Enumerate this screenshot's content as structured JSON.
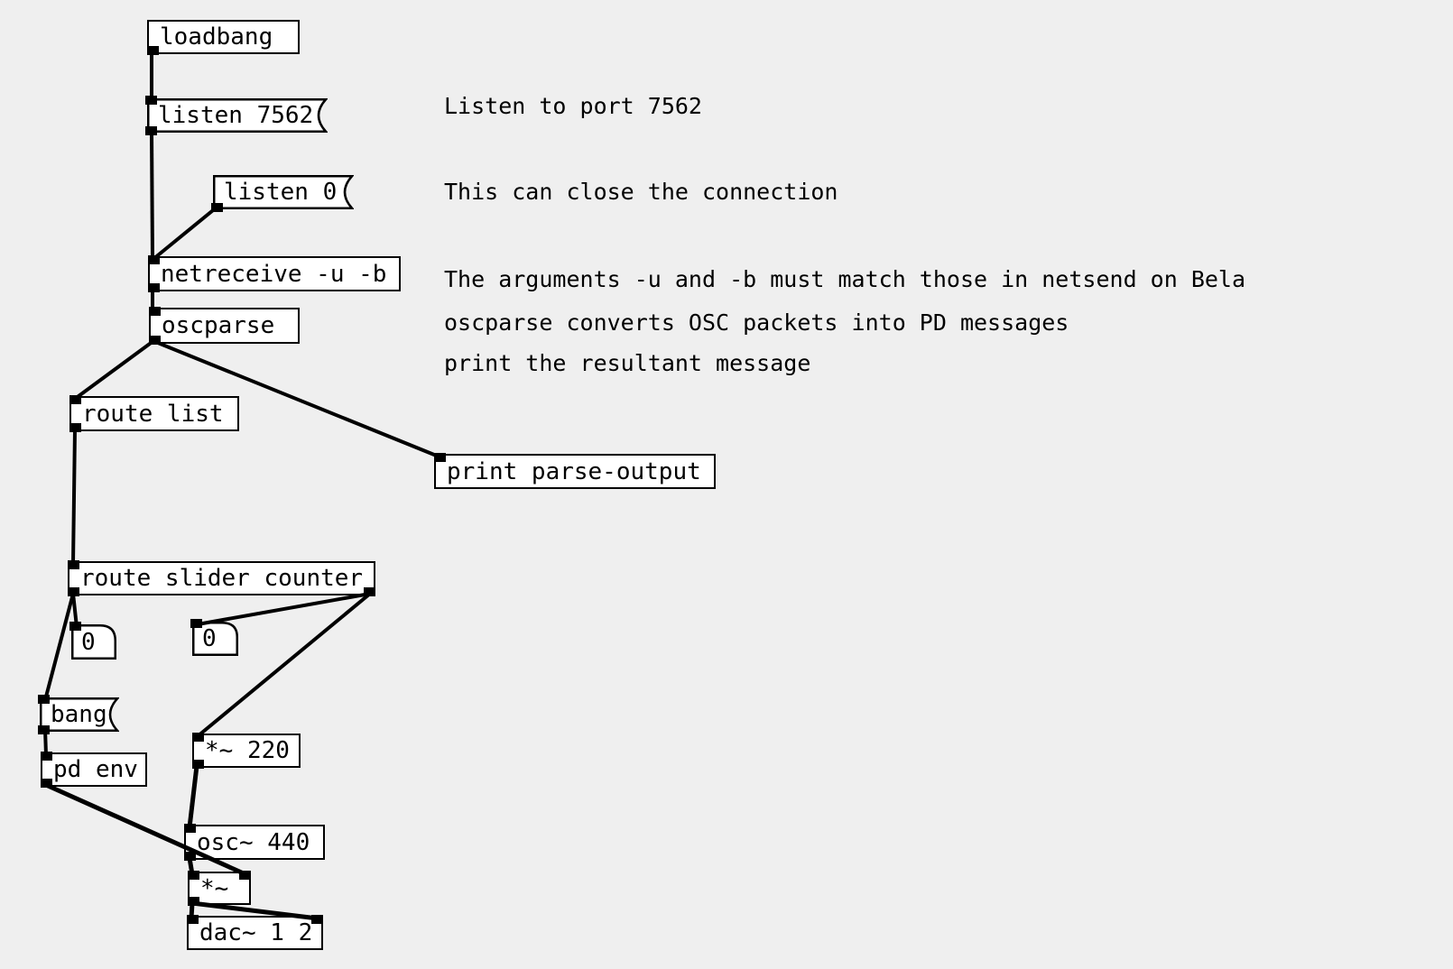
{
  "window": {
    "app": "Pure Data",
    "view": "patch canvas"
  },
  "boxes": {
    "loadbang": "loadbang",
    "listen_7562": "listen 7562",
    "listen_0": "listen 0",
    "netreceive": "netreceive -u -b",
    "oscparse": "oscparse",
    "route_list": "route list",
    "print_parse_output": "print parse-output",
    "route_slider_counter": "route slider counter",
    "number_slider": "0",
    "number_counter": "0",
    "bang": "bang",
    "pd_env": "pd env",
    "mul_220": "*~ 220",
    "osc_440": "osc~ 440",
    "mul": "*~",
    "dac": "dac~ 1 2"
  },
  "comments": {
    "listen_port": "Listen to port 7562",
    "close_connection": "This can close the connection",
    "arguments": "The arguments -u and -b must match those in netsend on Bela",
    "oscparse_info": "oscparse converts OSC packets into PD messages",
    "print_info": "print the resultant message"
  },
  "colors": {
    "background": "#efefef",
    "box_fill": "#ffffff",
    "box_border": "#000000",
    "cord": "#000000",
    "text": "#000000"
  }
}
